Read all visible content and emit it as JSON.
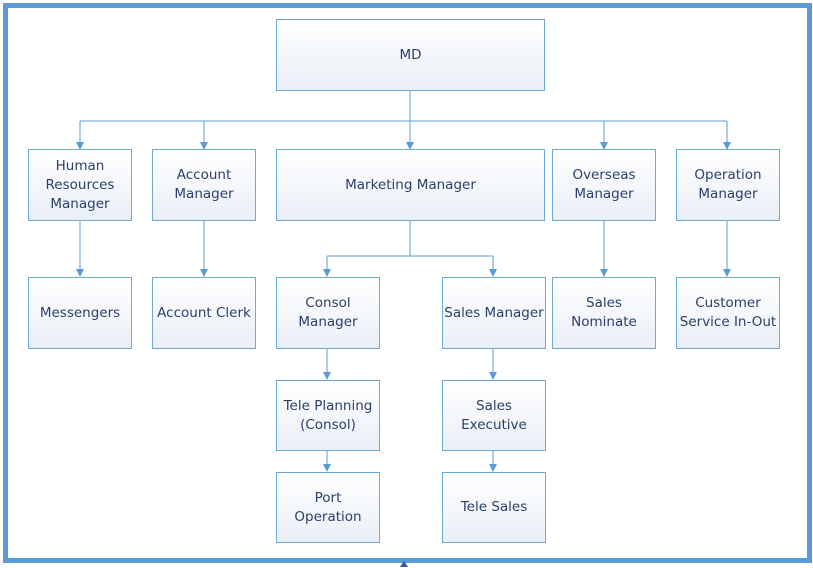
{
  "org_chart": {
    "nodes": {
      "md": "MD",
      "hr_manager": "Human\nResources\nManager",
      "account_manager": "Account\nManager",
      "marketing_manager": "Marketing Manager",
      "overseas_manager": "Overseas\nManager",
      "operation_manager": "Operation\nManager",
      "messengers": "Messengers",
      "account_clerk": "Account Clerk",
      "consol_manager": "Consol\nManager",
      "sales_manager": "Sales Manager",
      "sales_nominate": "Sales\nNominate",
      "customer_service": "Customer\nService In-Out",
      "tele_planning": "Tele Planning\n(Consol)",
      "sales_executive": "Sales\nExecutive",
      "port_operation": "Port\nOperation",
      "tele_sales": "Tele Sales"
    },
    "edges": [
      [
        "md",
        "hr_manager"
      ],
      [
        "md",
        "account_manager"
      ],
      [
        "md",
        "marketing_manager"
      ],
      [
        "md",
        "overseas_manager"
      ],
      [
        "md",
        "operation_manager"
      ],
      [
        "hr_manager",
        "messengers"
      ],
      [
        "account_manager",
        "account_clerk"
      ],
      [
        "marketing_manager",
        "consol_manager"
      ],
      [
        "marketing_manager",
        "sales_manager"
      ],
      [
        "overseas_manager",
        "sales_nominate"
      ],
      [
        "operation_manager",
        "customer_service"
      ],
      [
        "consol_manager",
        "tele_planning"
      ],
      [
        "tele_planning",
        "port_operation"
      ],
      [
        "sales_manager",
        "sales_executive"
      ],
      [
        "sales_executive",
        "tele_sales"
      ]
    ]
  },
  "colors": {
    "frame": "#5b9bd5",
    "connector": "#5b9bd5",
    "box_border": "#6fa8d6",
    "text": "#2a3f6b"
  }
}
